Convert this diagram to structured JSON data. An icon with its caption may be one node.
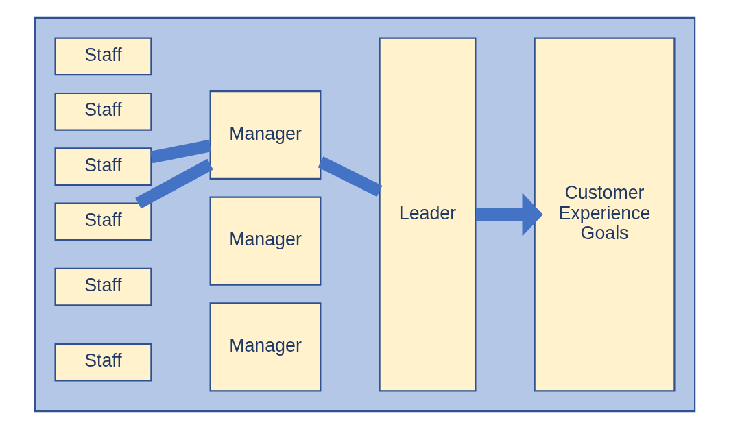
{
  "diagram": {
    "nodes": [
      {
        "text": [],
        "shape": "box"
      },
      {
        "text": [
          "Staff"
        ],
        "in": 0
      },
      {
        "text": [
          "Staff"
        ],
        "in": 0
      },
      {
        "text": [
          "Staff"
        ],
        "in": 0
      },
      {
        "text": [
          "Staff"
        ],
        "in": 0
      },
      {
        "text": [
          "Staff"
        ],
        "in": 0
      },
      {
        "text": [
          "Staff"
        ],
        "in": 0
      },
      {
        "text": [
          "Manager"
        ],
        "in": 0
      },
      {
        "text": [
          "Manager"
        ],
        "in": 0
      },
      {
        "text": [
          "Manager"
        ],
        "in": 0
      },
      {
        "text": [
          "Leader"
        ],
        "in": 0
      },
      {
        "text": [
          "Customer Experience Goals"
        ],
        "in": 0
      }
    ],
    "edges": [
      {
        "from": 3,
        "to": 8,
        "arrow": "none"
      },
      {
        "from": 4,
        "to": 8,
        "arrow": "none"
      },
      {
        "from": 8,
        "to": 10,
        "arrow": "none"
      },
      {
        "from": 10,
        "to": 11,
        "arrow": "to"
      }
    ]
  }
}
